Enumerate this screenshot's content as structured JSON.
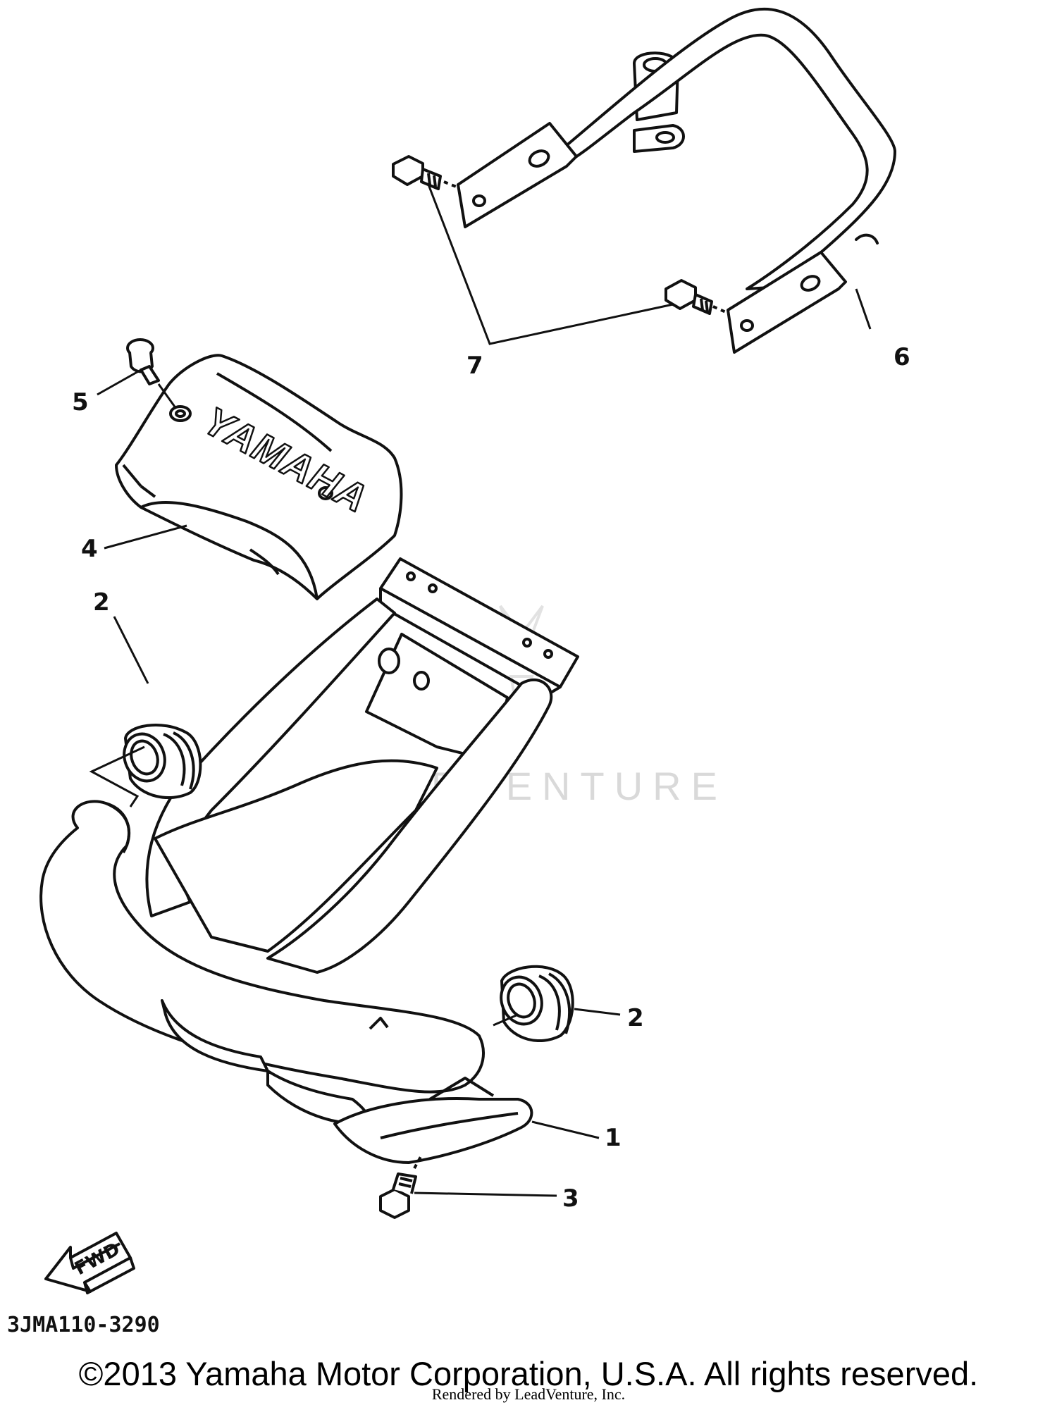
{
  "diagram": {
    "callouts": [
      "1",
      "2",
      "2",
      "3",
      "4",
      "5",
      "6",
      "7"
    ],
    "embossed_brand": "YAMAHA",
    "direction_arrow_label": "FWD",
    "drawing_code": "3JMA110-3290",
    "watermark": "LEADVENTURE"
  },
  "footer": {
    "copyright": "©2013 Yamaha Motor Corporation, U.S.A. All rights reserved.",
    "rendered_by": "Rendered by LeadVenture, Inc."
  }
}
